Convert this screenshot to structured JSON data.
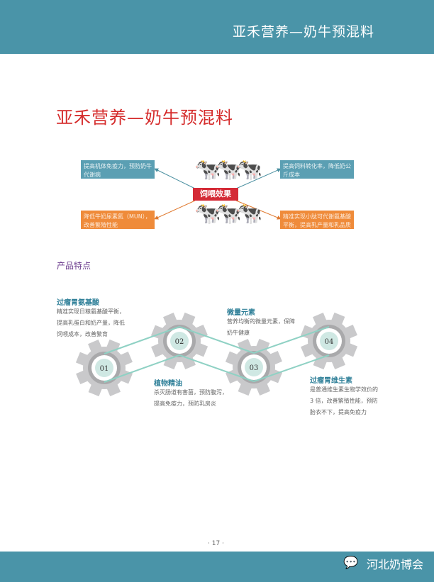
{
  "header": {
    "title": "亚禾营养—奶牛预混料"
  },
  "page_title": "亚禾营养—奶牛预混料",
  "diagram": {
    "center": "饲喂效果",
    "top_left": "提高机体免疫力，预防奶牛代谢病",
    "top_right": "提高饲料转化率，降低奶公斤成本",
    "bottom_left": "降低牛奶尿素氮（MUN），改善繁殖性能",
    "bottom_right": "精准实现小肽可代谢氨基酸平衡，提高乳产量和乳品质",
    "colors": {
      "blue": "#5b9fb3",
      "orange": "#ef8b3a",
      "red": "#d42a36"
    }
  },
  "section_title": "产品特点",
  "features": [
    {
      "num": "01",
      "title": "过瘤胃氨基酸",
      "desc": [
        "精准实现日粮氨基酸平衡，",
        "提高乳蛋白和奶产量，降低",
        "饲喂成本，改善繁育"
      ]
    },
    {
      "num": "02",
      "title": "植物精油",
      "desc": [
        "杀灭肠道有害菌，预防腹泻，",
        "提高免疫力，预防乳房炎"
      ]
    },
    {
      "num": "03",
      "title": "微量元素",
      "desc": [
        "营养均衡的微量元素，保障",
        "奶牛健康"
      ]
    },
    {
      "num": "04",
      "title": "过瘤胃维生素",
      "desc": [
        "是普通维生素生物学效价的",
        "3 倍，改善繁殖性能，预防",
        "胎衣不下，提高免疫力"
      ]
    }
  ],
  "page_number": "· 17 ·",
  "footer": {
    "brand": "河北奶博会",
    "icon": "wechat-icon"
  }
}
